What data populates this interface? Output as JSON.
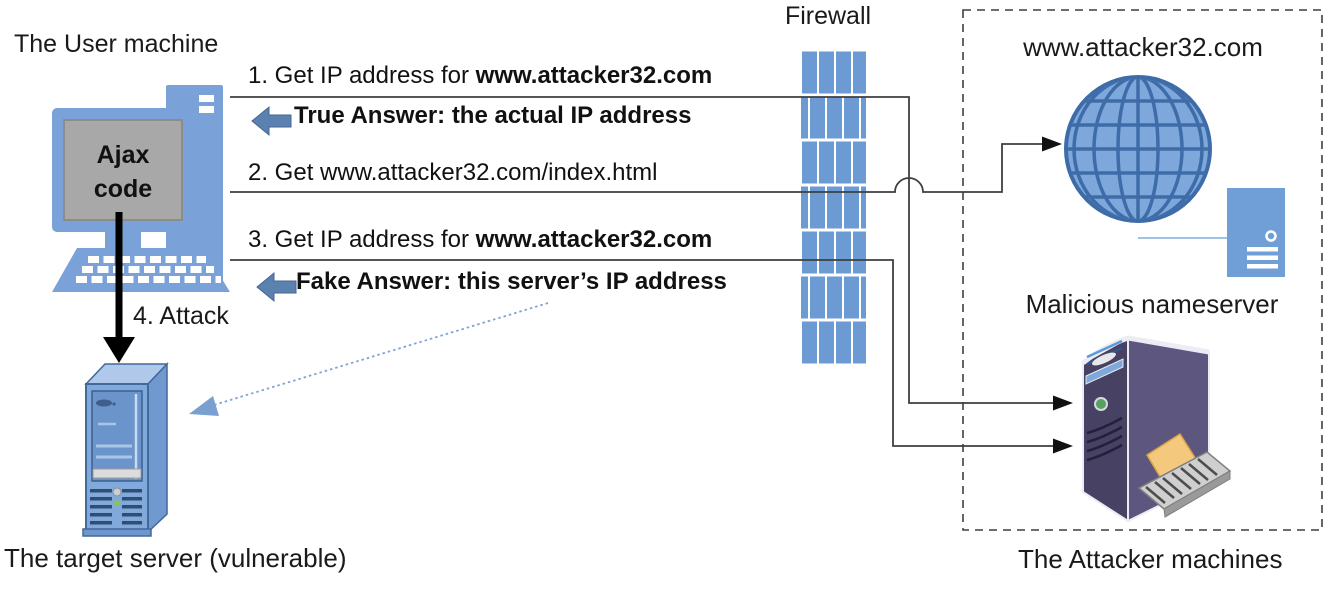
{
  "labels": {
    "user_machine": "The User machine",
    "ajax_code": "Ajax code",
    "attack_step": "4. Attack",
    "target_server": "The target server (vulnerable)",
    "firewall": "Firewall",
    "attacker_site": "www.attacker32.com",
    "malicious_nameserver": "Malicious nameserver",
    "attacker_machines": "The Attacker machines"
  },
  "messages": {
    "step1_prefix": "1. Get IP address for ",
    "step1_domain": "www.attacker32.com",
    "true_answer": "True Answer: the actual IP address",
    "step2": "2. Get www.attacker32.com/index.html",
    "step3_prefix": "3. Get IP address for ",
    "step3_domain": "www.attacker32.com",
    "fake_answer": "Fake Answer: this server’s IP address"
  },
  "icons": {
    "user_machine": "desktop-computer-icon",
    "firewall": "firewall-brick-wall-icon",
    "attacker_site": "globe-icon",
    "attacker_web_server": "server-tower-icon",
    "malicious_nameserver": "nameserver-tower-icon",
    "target_server": "target-server-icon",
    "true_answer_arrow": "left-block-arrow-icon",
    "fake_answer_arrow": "left-block-arrow-icon",
    "attack_arrow": "down-arrow-icon",
    "fake_redirect_arrow": "dotted-arrow-icon"
  },
  "colors": {
    "machine_blue": "#7AA2D8",
    "firewall_brick": "#6C9BD3",
    "answer_arrow_blue": "#5B81B1",
    "screen_gray": "#A8A8A8",
    "nameserver_purple_front": "#474163",
    "nameserver_purple_side": "#5D5780",
    "connector_line": "#3F3F3F",
    "dotted_arrow_blue": "#7FA3D3",
    "text_black": "#1A1A1A"
  }
}
